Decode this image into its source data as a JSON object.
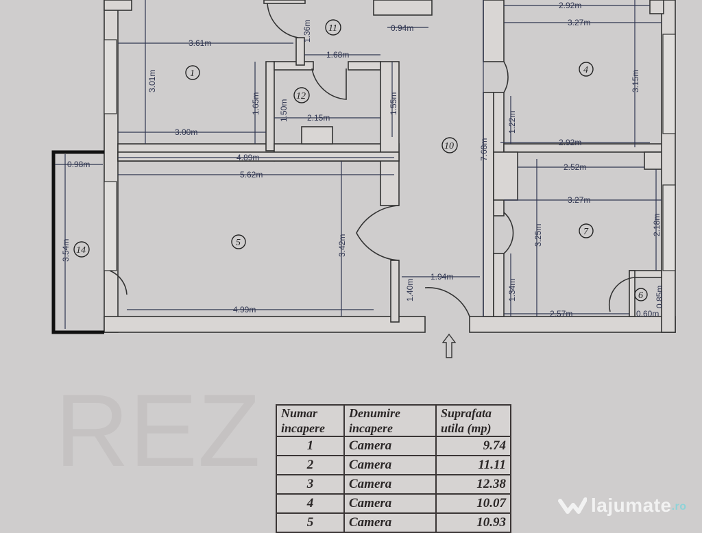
{
  "plan": {
    "rooms": [
      "1",
      "4",
      "5",
      "6",
      "7",
      "10",
      "11",
      "12",
      "14"
    ],
    "dims": [
      "3.61m",
      "3.01m",
      "1.65m",
      "3.00m",
      "1.36m",
      "1.68m",
      "0.94m",
      "1.50m",
      "2.15m",
      "1.55m",
      "4.89m",
      "5.62m",
      "0.98m",
      "3.54m",
      "3.42m",
      "4.99m",
      "1.40m",
      "1.94m",
      "7.68m",
      "2.92m",
      "3.27m",
      "3.15m",
      "1.22m",
      "2.92m",
      "2.52m",
      "3.27m",
      "2.18m",
      "3.25m",
      "1.34m",
      "2.57m",
      "0.60m",
      "0.85m"
    ],
    "watermark": "REZ"
  },
  "table": {
    "headers": [
      "Numar incapere",
      "Denumire incapere",
      "Suprafata utila (mp)"
    ],
    "rows": [
      {
        "num": "1",
        "name": "Camera",
        "area": "9.74"
      },
      {
        "num": "2",
        "name": "Camera",
        "area": "11.11"
      },
      {
        "num": "3",
        "name": "Camera",
        "area": "12.38"
      },
      {
        "num": "4",
        "name": "Camera",
        "area": "10.07"
      },
      {
        "num": "5",
        "name": "Camera",
        "area": "10.93"
      }
    ]
  },
  "logo": {
    "name": "lajumate",
    "tld": ".ro"
  }
}
